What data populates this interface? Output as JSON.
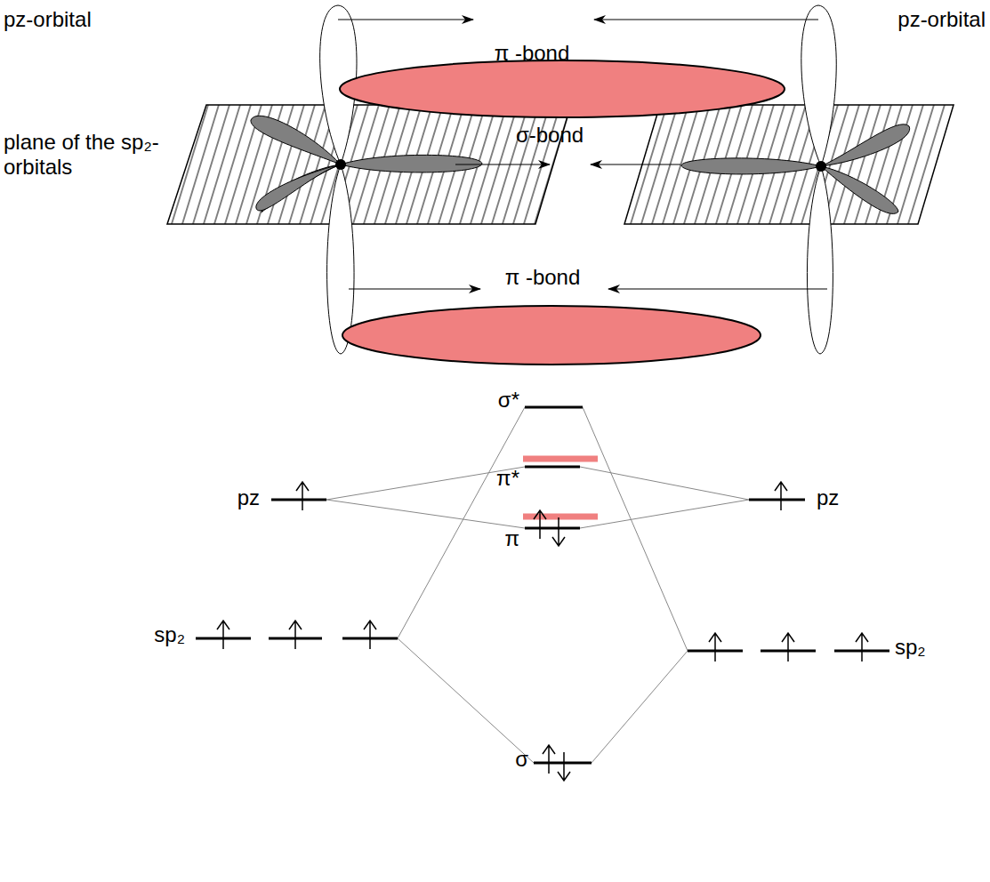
{
  "diagram": {
    "labels": [
      "pz-orbital",
      "π -bond",
      "pz-orbital",
      "plane of the sp₂-orbitals",
      "σ-bond",
      "π -bond",
      "σ*",
      "π*",
      "pz",
      "pz",
      "π",
      "sp₂",
      "sp₂",
      "σ"
    ]
  }
}
